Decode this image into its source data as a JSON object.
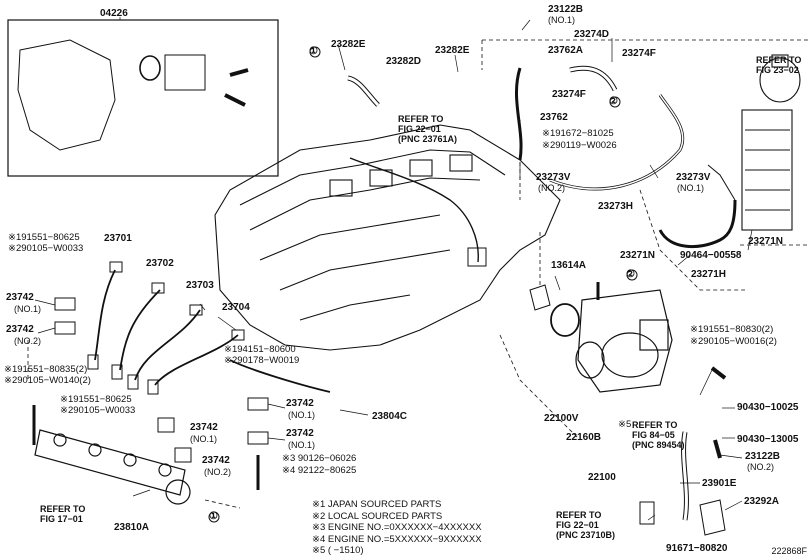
{
  "labels": {
    "p04226": "04226",
    "p23122B_top": "23122B",
    "no1_top": "(NO.1)",
    "p23274D": "23274D",
    "p23762A": "23762A",
    "p23274F_a": "23274F",
    "p23274F_b": "23274F",
    "p23282E_a": "23282E",
    "p23282E_b": "23282E",
    "p23282D": "23282D",
    "p23762": "23762",
    "n191672": "※191672−81025",
    "n290119": "※290119−W0026",
    "p23273V_2": "23273V",
    "no2_23273V": "(NO.2)",
    "p23273V_1": "23273V",
    "no1_23273V": "(NO.1)",
    "p23273H": "23273H",
    "p23271N_a": "23271N",
    "p90464": "90464−00558",
    "p23271N_b": "23271N",
    "p23271H": "23271H",
    "p13614A": "13614A",
    "n191551_80625_a": "※191551−80625",
    "n290105_W0033_a": "※290105−W0033",
    "p23701": "23701",
    "p23702": "23702",
    "p23703": "23703",
    "p23704": "23704",
    "p23742_a": "23742",
    "no1_a": "(NO.1)",
    "p23742_b": "23742",
    "no2_b": "(NO.2)",
    "n191551_80835": "※191551−80835(2)",
    "n290105_W0140": "※290105−W0140(2)",
    "n191551_80625_b": "※191551−80625",
    "n290105_W0033_b": "※290105−W0033",
    "p23742_c": "23742",
    "no1_c": "(NO.1)",
    "p23742_d": "23742",
    "no2_d": "(NO.2)",
    "n194151": "※194151−80600",
    "n290178": "※290178−W0019",
    "p23742_e": "23742",
    "no1_e": "(NO.1)",
    "p23804C": "23804C",
    "p23742_f": "23742",
    "no1_f": "(NO.1)",
    "n90126": "※3 90126−06026",
    "n92122": "※4 92122−80625",
    "p23810A": "23810A",
    "p22100V": "22100V",
    "p22160B": "22160B",
    "p22100": "22100",
    "n191551_80830": "※191551−80830(2)",
    "n290105_W0016": "※290105−W0016(2)",
    "p90430_10025": "90430−10025",
    "p90430_13005": "90430−13005",
    "p23122B_bot": "23122B",
    "no2_bot": "(NO.2)",
    "p23901E": "23901E",
    "p23292A": "23292A",
    "p91671": "91671−80820",
    "n5": "※5",
    "c1a": "①",
    "c1b": "①",
    "c2a": "②",
    "c2b": "②"
  },
  "refs": {
    "fig23_02": [
      "REFER TO",
      "FIG 23−02"
    ],
    "fig22_01_top": [
      "REFER TO",
      "FIG 22−01",
      "(PNC 23761A)"
    ],
    "fig17_01": [
      "REFER TO",
      "FIG 17−01"
    ],
    "fig84_05": [
      "REFER TO",
      "FIG 84−05",
      "(PNC 89454)"
    ],
    "fig22_01_bot": [
      "REFER TO",
      "FIG 22−01",
      "(PNC 23710B)"
    ]
  },
  "legend": [
    "※1 JAPAN SOURCED PARTS",
    "※2 LOCAL SOURCED PARTS",
    "※3 ENGINE NO.=0XXXXXX−4XXXXXX",
    "※4 ENGINE NO.=5XXXXXX−9XXXXXX",
    "※5 (   −1510)"
  ],
  "diagram_code": "222868F"
}
